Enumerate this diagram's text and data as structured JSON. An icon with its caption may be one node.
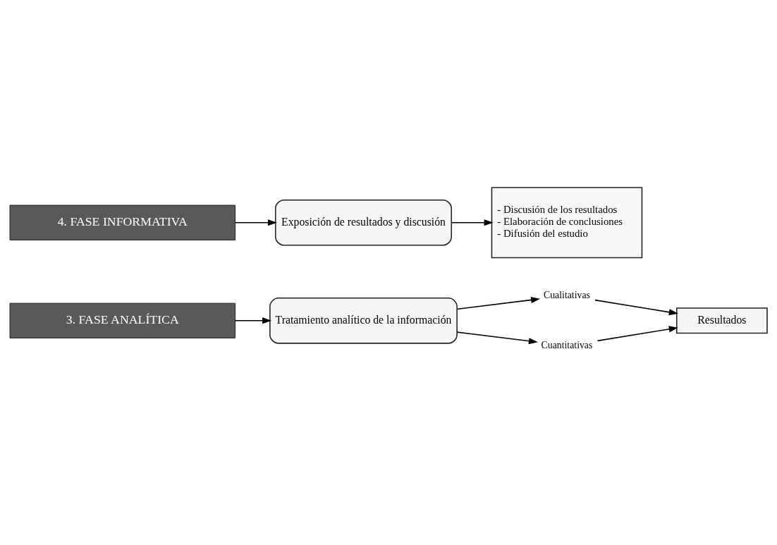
{
  "diagram": {
    "nodes": [
      {
        "text": [
          "3. FASE ANALÍTICA"
        ]
      },
      {
        "text": [
          "Tratamiento analítico de la información"
        ]
      },
      {
        "text": [
          "Cualitativas"
        ]
      },
      {
        "text": [
          "Cuantitativas"
        ]
      },
      {
        "text": [
          "Resultados"
        ]
      },
      {
        "text": [
          "4. FASE INFORMATIVA"
        ]
      },
      {
        "text": [
          "Exposición de resultados y discusión"
        ]
      },
      {
        "text": [
          "- Discusión de los resultados",
          "- Elaboración de conclusiones",
          "- Difusión del estudio"
        ]
      }
    ],
    "edges": [
      {
        "from": 0,
        "to": 1,
        "arrow": "to"
      },
      {
        "from": 1,
        "to": 2,
        "arrow": "to"
      },
      {
        "from": 1,
        "to": 3,
        "arrow": "to"
      },
      {
        "from": 2,
        "to": 4,
        "arrow": "to"
      },
      {
        "from": 3,
        "to": 4,
        "arrow": "to"
      },
      {
        "from": 5,
        "to": 6,
        "arrow": "to"
      },
      {
        "from": 6,
        "to": 7,
        "arrow": "to"
      }
    ]
  }
}
